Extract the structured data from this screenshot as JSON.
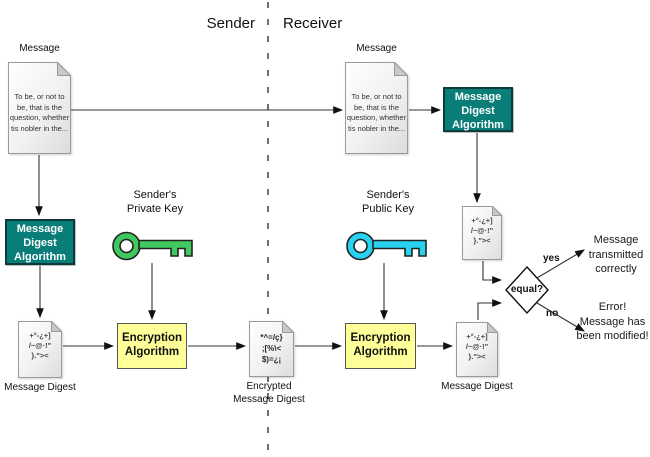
{
  "header": {
    "sender": "Sender",
    "receiver": "Receiver"
  },
  "sender_side": {
    "message": {
      "label": "Message",
      "body": "To be, or not to\nbe, that is the\nquestion, whether\ntis nobler in the..."
    },
    "digest_algorithm_label": "Message\nDigest\nAlgorithm",
    "private_key": {
      "label": "Sender's\nPrivate Key",
      "color": "#41c95f"
    },
    "message_digest": {
      "label": "Message Digest",
      "body": "+°-¿+]\n/~@·!\"\n}.\"><"
    },
    "encryption_algorithm_label": "Encryption\nAlgorithm"
  },
  "transmission": {
    "encrypted_digest": {
      "label": "Encrypted\nMessage Digest",
      "body": "*^=/ç}\n;[%\\<\n$)=¿¡"
    }
  },
  "receiver_side": {
    "message": {
      "label": "Message",
      "body": "To be, or not to\nbe, that is the\nquestion, whether\ntis nobler in the..."
    },
    "digest_algorithm_label": "Message\nDigest\nAlgorithm",
    "computed_digest": {
      "body": "+°-¿+]\n/~@·!\"\n}.\"><"
    },
    "public_key": {
      "label": "Sender's\nPublic Key",
      "color": "#29d2f2"
    },
    "encryption_algorithm_label": "Encryption\nAlgorithm",
    "decrypted_digest": {
      "label": "Message Digest",
      "body": "+°-¿+]\n/~@·!\"\n}.\"><"
    }
  },
  "decision": {
    "label": "equal?",
    "yes_label": "yes",
    "no_label": "no",
    "yes_outcome": "Message\ntransmitted\ncorrectly",
    "no_outcome": "Error!\nMessage has\nbeen modified!"
  },
  "colors": {
    "digest_algorithm_box": "#097d78",
    "encryption_box": "#ffff99",
    "private_key": "#41c95f",
    "public_key": "#29d2f2",
    "document_fold": "#c9c9c9"
  }
}
